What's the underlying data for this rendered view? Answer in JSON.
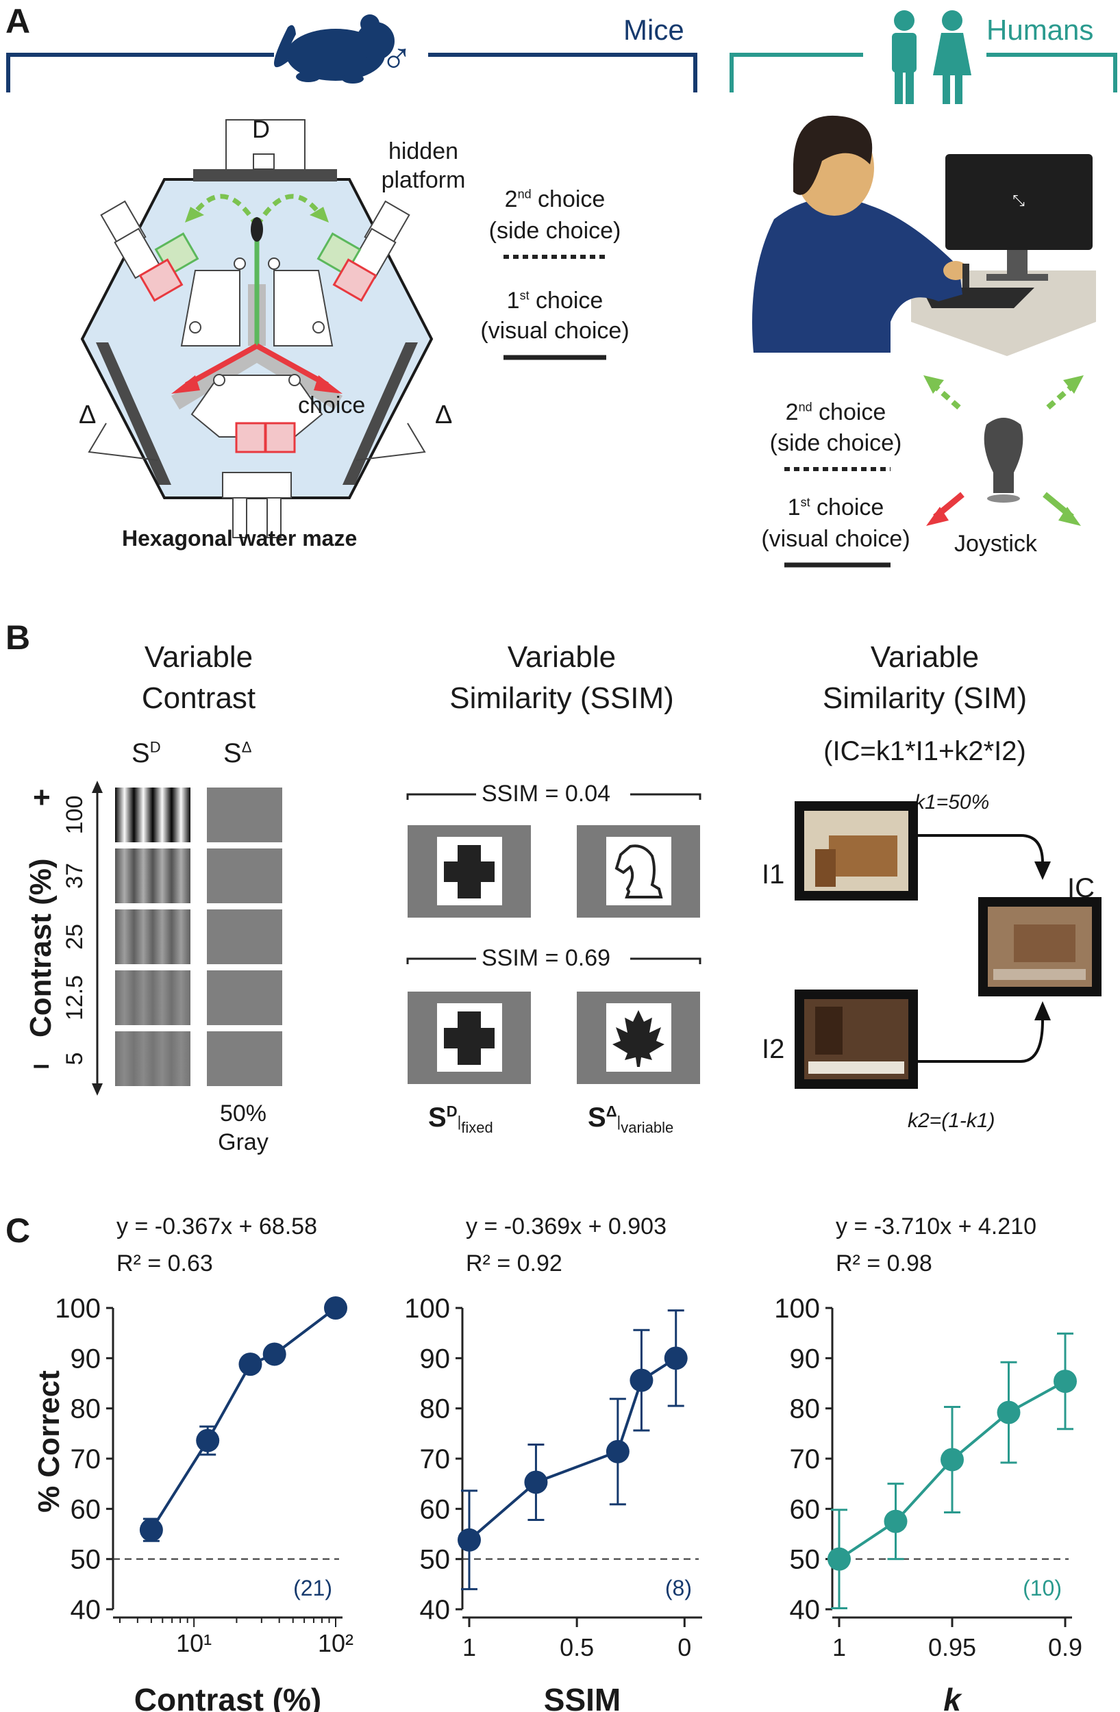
{
  "panels": {
    "a": {
      "letter": "A",
      "mice_label": "Mice",
      "male_symbol": "♂",
      "humans_label": "Humans",
      "maze": {
        "d_label": "D",
        "delta_left": "Δ",
        "delta_right": "Δ",
        "hidden_platform": [
          "hidden",
          "platform"
        ],
        "choice_label": "choice",
        "caption": "Hexagonal water maze"
      },
      "mice_legend": {
        "second_choice": [
          "2",
          "nd",
          " choice"
        ],
        "second_sub": "(side choice)",
        "first_choice": [
          "1",
          "st",
          " choice"
        ],
        "first_sub": "(visual choice)"
      },
      "humans_legend": {
        "second_choice": [
          "2",
          "nd",
          " choice"
        ],
        "second_sub": "(side choice)",
        "first_choice": [
          "1",
          "st",
          " choice"
        ],
        "first_sub": "(visual choice)",
        "joystick": "Joystick"
      }
    },
    "b": {
      "letter": "B",
      "contrast": {
        "title": [
          "Variable",
          "Contrast"
        ],
        "sd": [
          "S",
          "D"
        ],
        "sdelta": [
          "S",
          "Δ"
        ],
        "axis_label": "Contrast (%)",
        "plus": "+",
        "minus": "–",
        "levels": [
          "100",
          "37",
          "25",
          "12.5",
          "5"
        ],
        "level_values": [
          1.0,
          0.37,
          0.25,
          0.125,
          0.05
        ],
        "gray_label": [
          "50%",
          "Gray"
        ]
      },
      "ssim": {
        "title": [
          "Variable",
          "Similarity (SSIM)"
        ],
        "row1": "SSIM = 0.04",
        "row2": "SSIM = 0.69",
        "sd_fixed": [
          "S",
          "D",
          "fixed"
        ],
        "sdelta_variable": [
          "S",
          "Δ",
          "variable"
        ]
      },
      "sim": {
        "title": [
          "Variable",
          "Similarity (SIM)"
        ],
        "formula": "(IC=k1*I1+k2*I2)",
        "k1": "k1=50%",
        "k2": "k2=(1-k1)",
        "i1": "I1",
        "i2": "I2",
        "ic": "IC"
      }
    },
    "c": {
      "letter": "C",
      "ylabel": "% Correct"
    }
  },
  "chart_data": [
    {
      "type": "line",
      "equation": "y = -0.367x + 68.58",
      "r2": "R² = 0.63",
      "xlabel": "Contrast (%)",
      "ylabel": "% Correct",
      "x_scale": "log",
      "xlim": [
        3,
        100
      ],
      "ylim": [
        40,
        100
      ],
      "xtick_labels": [
        "10¹",
        "10²"
      ],
      "yticks": [
        40,
        50,
        60,
        70,
        80,
        90,
        100
      ],
      "chance_line": 50,
      "n_label": "(21)",
      "color": "#163a6e",
      "series": [
        {
          "x": [
            5,
            12.5,
            25,
            37,
            100
          ],
          "values": [
            55.8,
            73.6,
            88.8,
            90.8,
            100
          ],
          "err": [
            2.2,
            2.8,
            0,
            0,
            0
          ]
        }
      ]
    },
    {
      "type": "line",
      "equation": "y = -0.369x + 0.903",
      "r2": "R² = 0.92",
      "xlabel": "SSIM",
      "xlim": [
        1,
        -0.05
      ],
      "ylim": [
        40,
        100
      ],
      "xticks": [
        1,
        0.5,
        0
      ],
      "yticks": [
        40,
        50,
        60,
        70,
        80,
        90,
        100
      ],
      "chance_line": 50,
      "n_label": "(8)",
      "color": "#163a6e",
      "series": [
        {
          "x": [
            1,
            0.69,
            0.31,
            0.2,
            0.04
          ],
          "values": [
            53.8,
            65.3,
            71.4,
            85.6,
            90.0
          ],
          "err": [
            9.8,
            7.5,
            10.5,
            10.0,
            9.5
          ]
        }
      ]
    },
    {
      "type": "line",
      "equation": "y = -3.710x + 4.210",
      "r2": "R² = 0.98",
      "xlabel": "k",
      "xlim": [
        1,
        0.9
      ],
      "ylim": [
        40,
        100
      ],
      "xticks": [
        1,
        0.95,
        0.9
      ],
      "yticks": [
        40,
        50,
        60,
        70,
        80,
        90,
        100
      ],
      "chance_line": 50,
      "n_label": "(10)",
      "color": "#2a9a8e",
      "series": [
        {
          "x": [
            1,
            0.975,
            0.95,
            0.925,
            0.9
          ],
          "values": [
            50.0,
            57.5,
            69.8,
            79.2,
            85.4
          ],
          "err": [
            9.8,
            7.5,
            10.5,
            10.0,
            9.5
          ]
        }
      ]
    }
  ]
}
